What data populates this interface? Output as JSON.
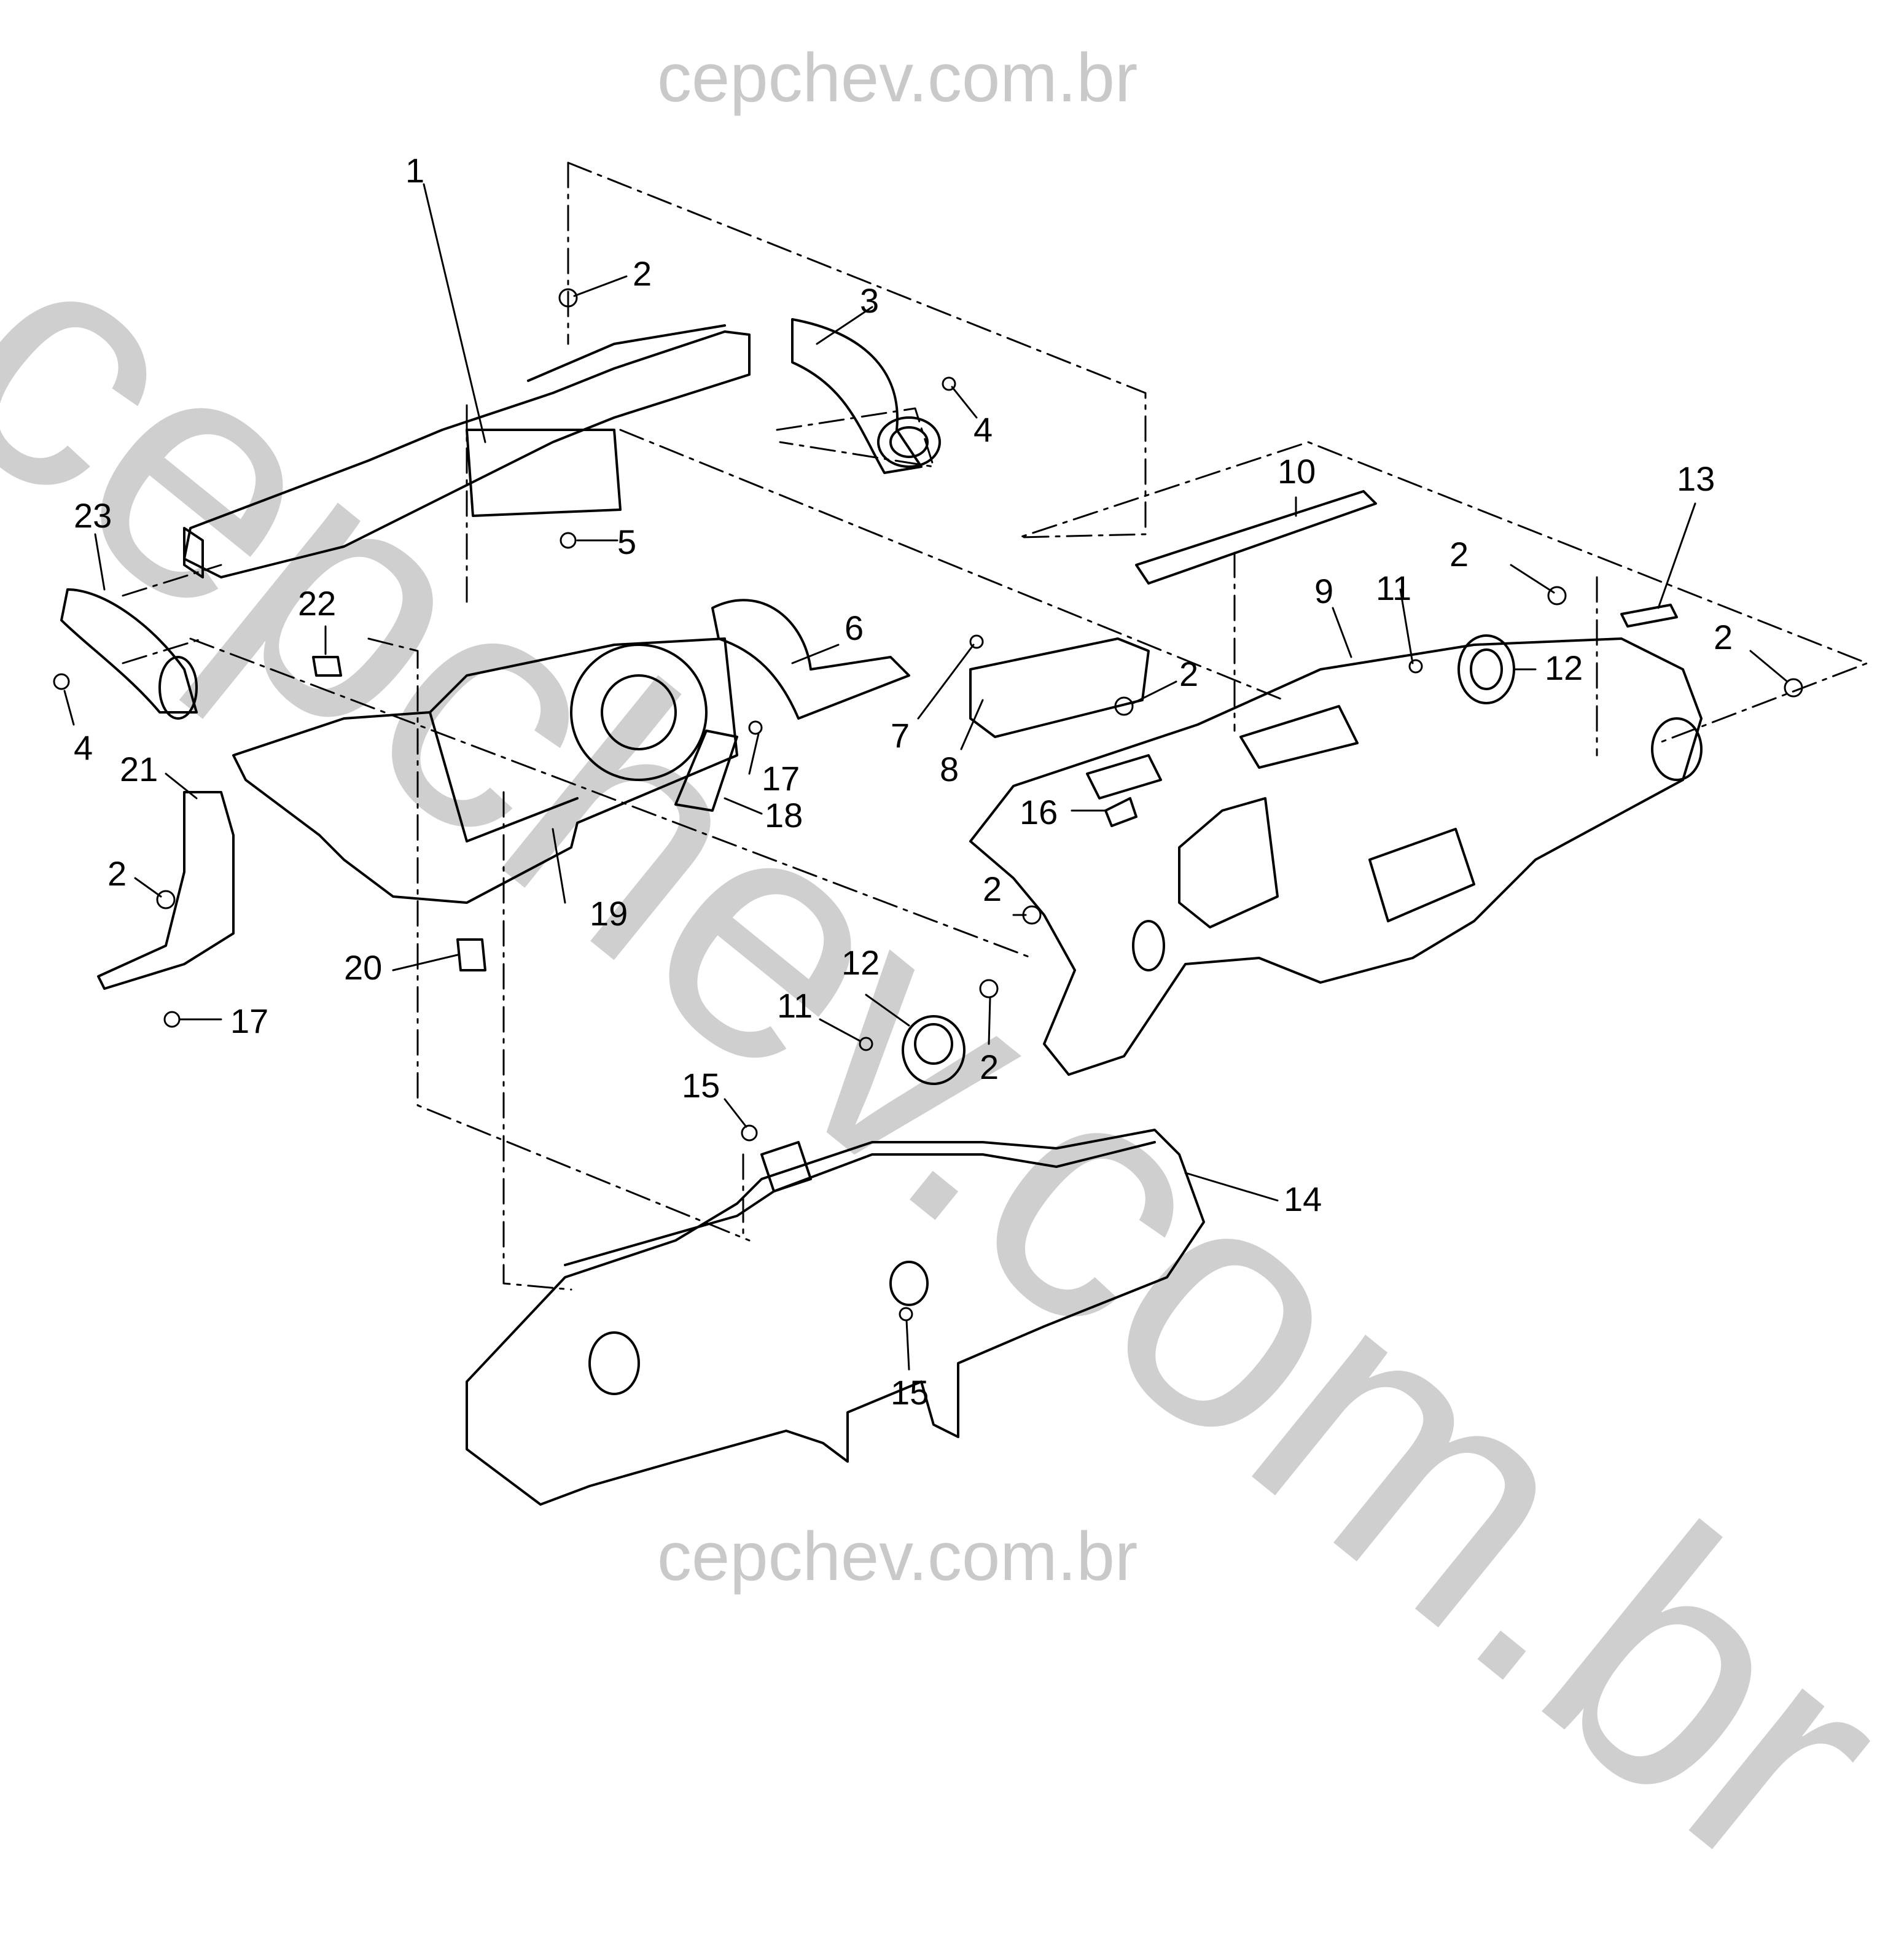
{
  "watermark": {
    "top": "cepchev.com.br",
    "bottom": "cepchev.com.br",
    "diagonal": "cepchev.com.br"
  },
  "callouts": [
    {
      "id": "c1",
      "label": "1"
    },
    {
      "id": "c2a",
      "label": "2"
    },
    {
      "id": "c3",
      "label": "3"
    },
    {
      "id": "c4a",
      "label": "4"
    },
    {
      "id": "c5",
      "label": "5"
    },
    {
      "id": "c6",
      "label": "6"
    },
    {
      "id": "c7",
      "label": "7"
    },
    {
      "id": "c2b",
      "label": "2"
    },
    {
      "id": "c8",
      "label": "8"
    },
    {
      "id": "c9",
      "label": "9"
    },
    {
      "id": "c10",
      "label": "10"
    },
    {
      "id": "c11a",
      "label": "11"
    },
    {
      "id": "c2c",
      "label": "2"
    },
    {
      "id": "c12a",
      "label": "12"
    },
    {
      "id": "c13",
      "label": "13"
    },
    {
      "id": "c2d",
      "label": "2"
    },
    {
      "id": "c23",
      "label": "23"
    },
    {
      "id": "c22",
      "label": "22"
    },
    {
      "id": "c4b",
      "label": "4"
    },
    {
      "id": "c21",
      "label": "21"
    },
    {
      "id": "c2e",
      "label": "2"
    },
    {
      "id": "c17a",
      "label": "17"
    },
    {
      "id": "c18",
      "label": "18"
    },
    {
      "id": "c19",
      "label": "19"
    },
    {
      "id": "c20",
      "label": "20"
    },
    {
      "id": "c17b",
      "label": "17"
    },
    {
      "id": "c16",
      "label": "16"
    },
    {
      "id": "c2f",
      "label": "2"
    },
    {
      "id": "c12b",
      "label": "12"
    },
    {
      "id": "c11b",
      "label": "11"
    },
    {
      "id": "c2g",
      "label": "2"
    },
    {
      "id": "c15a",
      "label": "15"
    },
    {
      "id": "c14",
      "label": "14"
    },
    {
      "id": "c15b",
      "label": "15"
    }
  ],
  "colors": {
    "line": "#000000",
    "watermark": "#c9c9c9",
    "background": "#ffffff"
  }
}
